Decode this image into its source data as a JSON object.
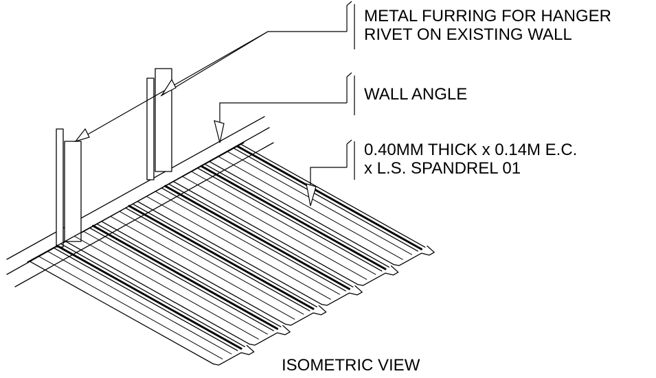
{
  "labels": {
    "furring_line1": "METAL FURRING FOR HANGER",
    "furring_line2": "RIVET ON EXISTING WALL",
    "wall_angle": "WALL ANGLE",
    "spandrel_line1": "0.40MM THICK x 0.14M E.C.",
    "spandrel_line2": "x L.S. SPANDREL 01",
    "view_title": "ISOMETRIC VIEW"
  },
  "panel_count": 6
}
